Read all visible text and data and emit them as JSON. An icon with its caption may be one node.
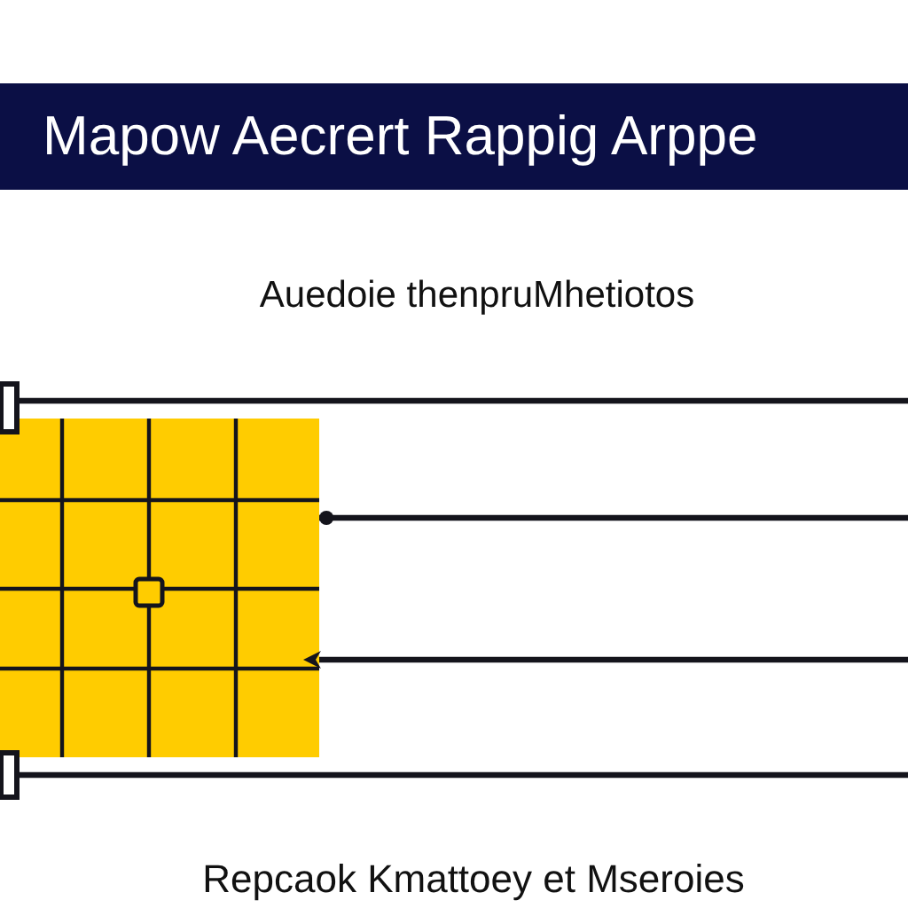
{
  "diagram": {
    "title": "Mapow Aecrert Rappig Arppe",
    "caption": "Repcaok Kmattoey et Mseroies",
    "nodes": [
      {
        "text": [],
        "shape": "box"
      },
      {
        "text": [],
        "shape": "grid"
      },
      {
        "text": [],
        "shape": "box"
      }
    ],
    "edges": [
      {
        "from": 0,
        "to": null,
        "arrow": "none"
      },
      {
        "from": null,
        "to": 1,
        "arrow": "other"
      },
      {
        "from": null,
        "to": 1,
        "arrow": "to"
      },
      {
        "from": 2,
        "to": null,
        "arrow": "none"
      }
    ],
    "labels": [
      "Auedoie thenpruMhetiotos"
    ]
  }
}
